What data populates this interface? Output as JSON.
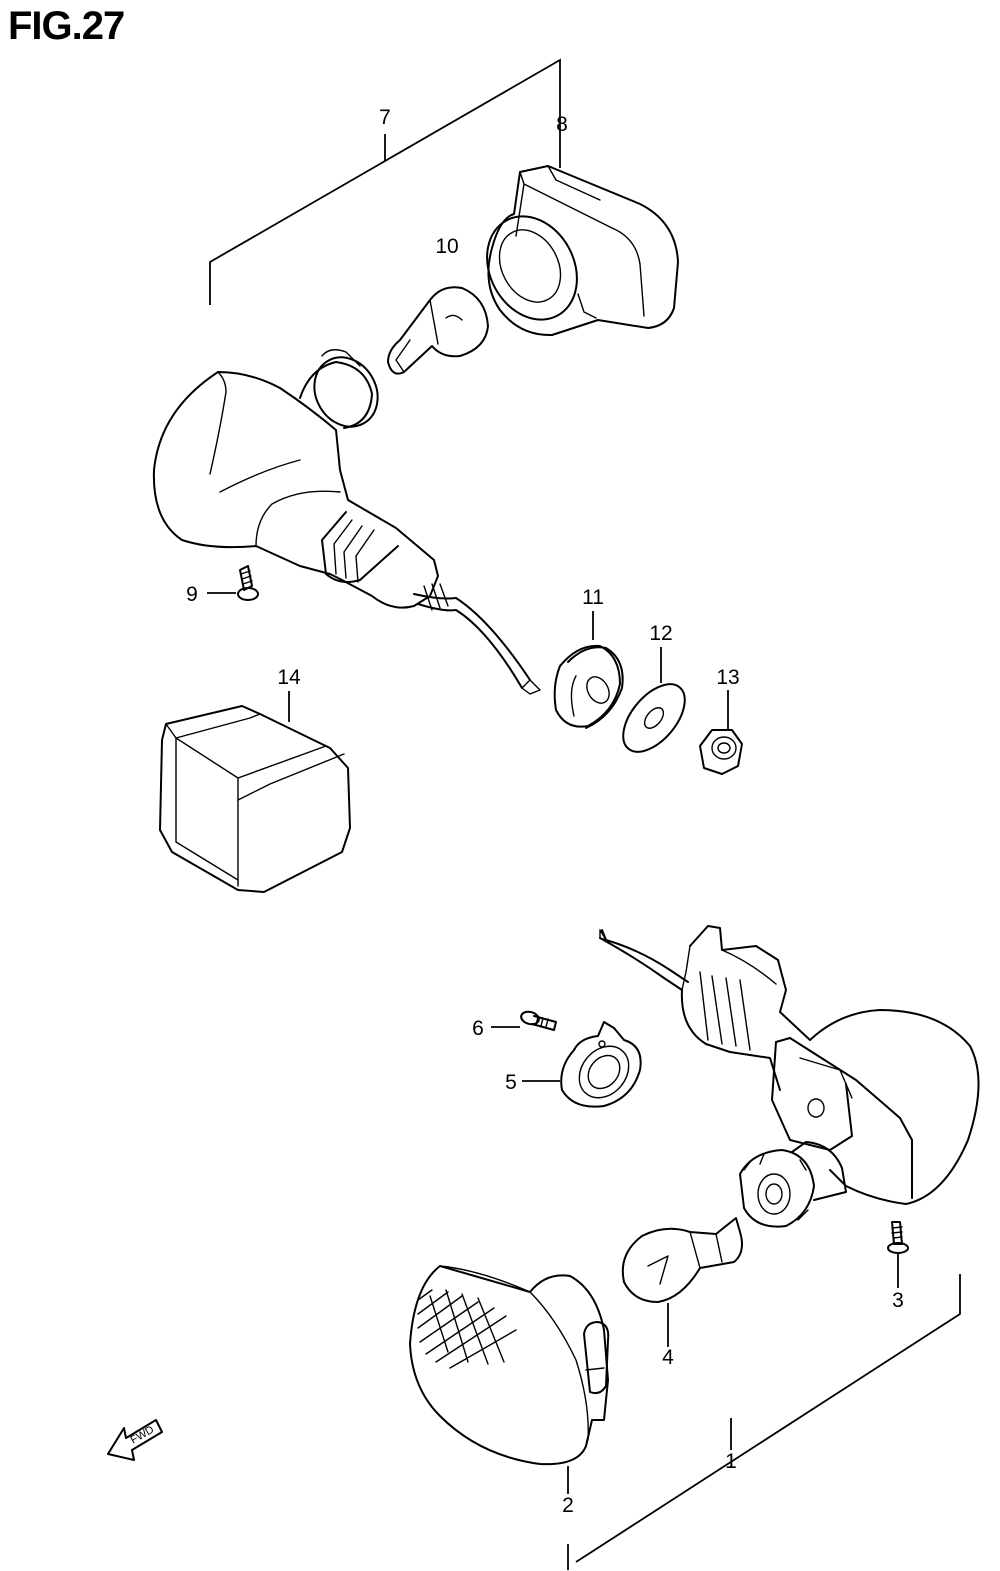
{
  "figure": {
    "title": "FIG.27"
  },
  "callouts": {
    "c1": "1",
    "c2": "2",
    "c3": "3",
    "c4": "4",
    "c5": "5",
    "c6": "6",
    "c7": "7",
    "c8": "8",
    "c9": "9",
    "c10": "10",
    "c11": "11",
    "c12": "12",
    "c13": "13",
    "c14": "14"
  },
  "direction_marker": {
    "label": "FWD"
  },
  "parts": [
    {
      "ref": "1",
      "name": "turn-signal-assembly-front"
    },
    {
      "ref": "2",
      "name": "lens"
    },
    {
      "ref": "3",
      "name": "screw"
    },
    {
      "ref": "4",
      "name": "bulb"
    },
    {
      "ref": "5",
      "name": "socket-gasket"
    },
    {
      "ref": "6",
      "name": "screw"
    },
    {
      "ref": "7",
      "name": "turn-signal-assembly-rear"
    },
    {
      "ref": "8",
      "name": "lens"
    },
    {
      "ref": "9",
      "name": "screw"
    },
    {
      "ref": "10",
      "name": "bulb"
    },
    {
      "ref": "11",
      "name": "cushion"
    },
    {
      "ref": "12",
      "name": "washer"
    },
    {
      "ref": "13",
      "name": "nut"
    },
    {
      "ref": "14",
      "name": "turn-signal-relay"
    }
  ]
}
